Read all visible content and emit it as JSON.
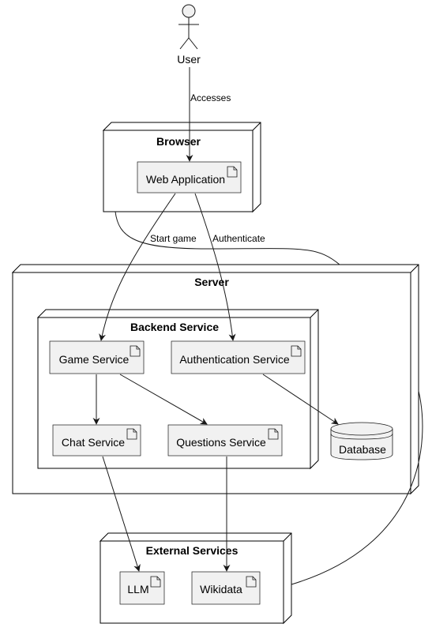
{
  "actor": {
    "label": "User"
  },
  "nodes": {
    "browser": "Browser",
    "server": "Server",
    "backend": "Backend Service",
    "external": "External Services"
  },
  "artifacts": {
    "web_app": "Web Application",
    "game": "Game Service",
    "auth": "Authentication Service",
    "chat": "Chat Service",
    "questions": "Questions Service",
    "llm": "LLM",
    "wikidata": "Wikidata"
  },
  "database": {
    "label": "Database"
  },
  "edges": {
    "accesses": "Accesses",
    "start_game": "Start game",
    "authenticate": "Authenticate"
  },
  "colors": {
    "artifact_fill": "#f1f1f1",
    "line": "#181818"
  }
}
